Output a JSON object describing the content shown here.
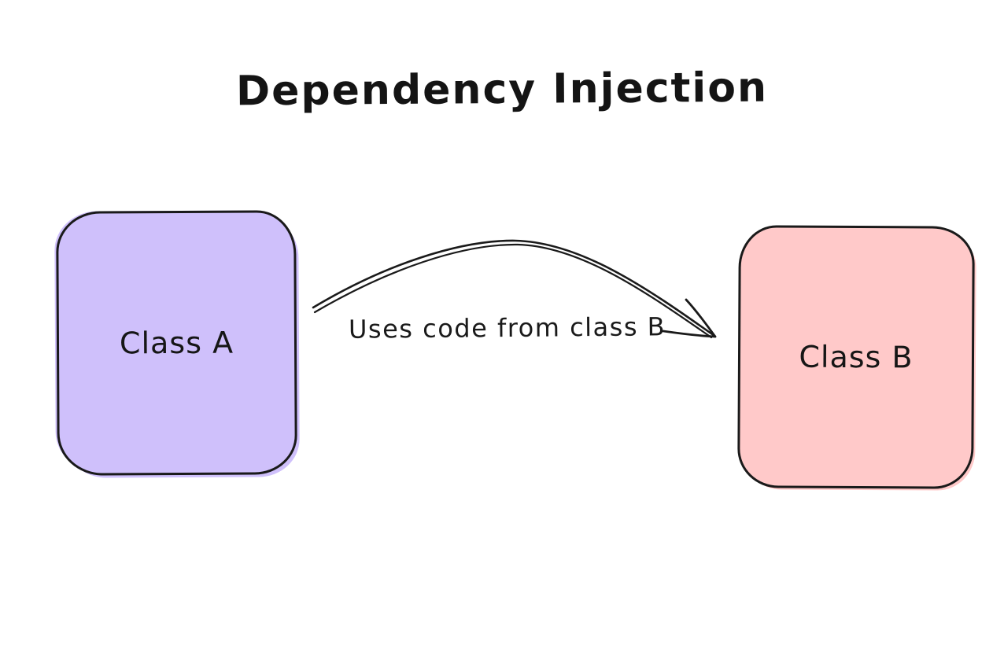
{
  "title": "Dependency Injection",
  "diagram": {
    "nodes": [
      {
        "id": "class-a",
        "label": "Class A",
        "fill": "#cfc0fb",
        "stroke": "#1a1a1a",
        "shape": "rounded-rectangle"
      },
      {
        "id": "class-b",
        "label": "Class B",
        "fill": "#ffc9c9",
        "stroke": "#1a1a1a",
        "shape": "rounded-rectangle"
      }
    ],
    "edge": {
      "from": "class-a",
      "to": "class-b",
      "label": "Uses code from class B",
      "style": "curved-sketch-arrow",
      "direction": "left-to-right"
    }
  },
  "colors": {
    "background": "#ffffff",
    "stroke": "#1a1a1a",
    "class_a_fill": "#cfc0fb",
    "class_b_fill": "#ffc9c9"
  }
}
